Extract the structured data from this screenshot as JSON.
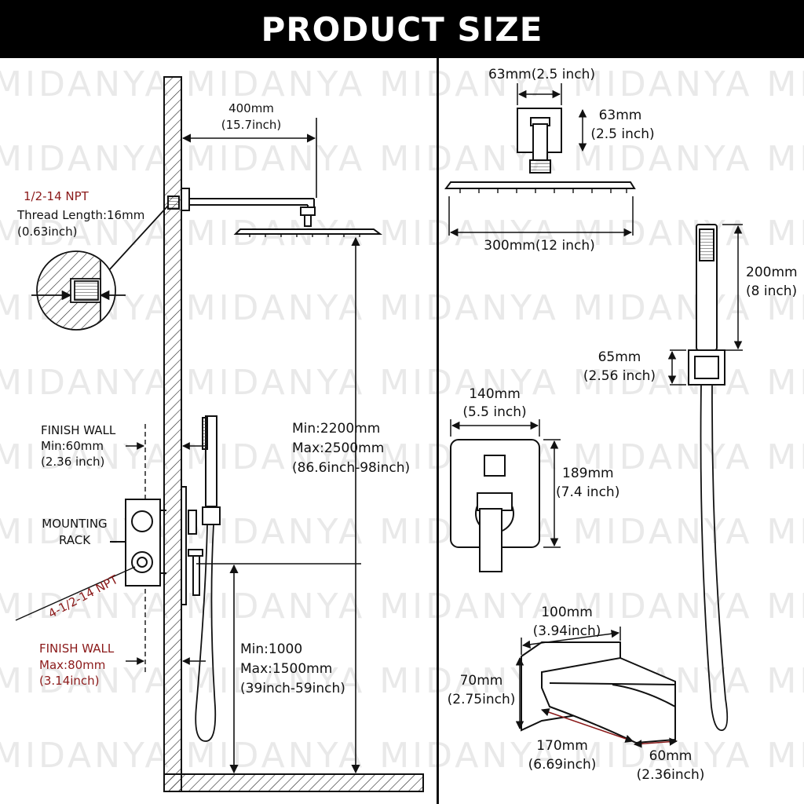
{
  "header": {
    "title": "PRODUCT SIZE"
  },
  "watermark": {
    "text": "MIDANYA"
  },
  "colors": {
    "banner": "#000000",
    "accent_red": "#8b1a1a",
    "line": "#111111",
    "watermark": "#e9e9e9"
  },
  "left": {
    "arm_length": {
      "mm": "400mm",
      "inch": "(15.7inch)"
    },
    "npt_title": "1/2-14 NPT",
    "thread_length": "Thread Length:16mm",
    "thread_inch": "(0.63inch)",
    "finish_wall_1": {
      "title": "FINISH WALL",
      "min": "Min:60mm",
      "inch": "(2.36 inch)"
    },
    "mounting_rack": {
      "line1": "MOUNTING",
      "line2": "RACK"
    },
    "npt_rack": "4-1/2-14 NPT",
    "finish_wall_2": {
      "title": "FINISH WALL",
      "max": "Max:80mm",
      "inch": "(3.14inch)"
    },
    "height_head": {
      "min": "Min:2200mm",
      "max": "Max:2500mm",
      "inch": "(86.6inch-98inch)"
    },
    "height_valve": {
      "min": "Min:1000",
      "max": "Max:1500mm",
      "inch": "(39inch-59inch)"
    }
  },
  "right": {
    "flange_width": "63mm(2.5 inch)",
    "flange_height": {
      "mm": "63mm",
      "inch": "(2.5 inch)"
    },
    "head_width": "300mm(12 inch)",
    "handheld_length": {
      "mm": "200mm",
      "inch": "(8 inch)"
    },
    "holder_size": {
      "mm": "65mm",
      "inch": "(2.56 inch)"
    },
    "plate_width": {
      "mm": "140mm",
      "inch": "(5.5 inch)"
    },
    "plate_height": {
      "mm": "189mm",
      "inch": "(7.4 inch)"
    },
    "spout_width": {
      "mm": "100mm",
      "inch": "(3.94inch)"
    },
    "spout_height": {
      "mm": "70mm",
      "inch": "(2.75inch)"
    },
    "spout_length": {
      "mm": "170mm",
      "inch": "(6.69inch)"
    },
    "spout_outlet": {
      "mm": "60mm",
      "inch": "(2.36inch)"
    }
  }
}
